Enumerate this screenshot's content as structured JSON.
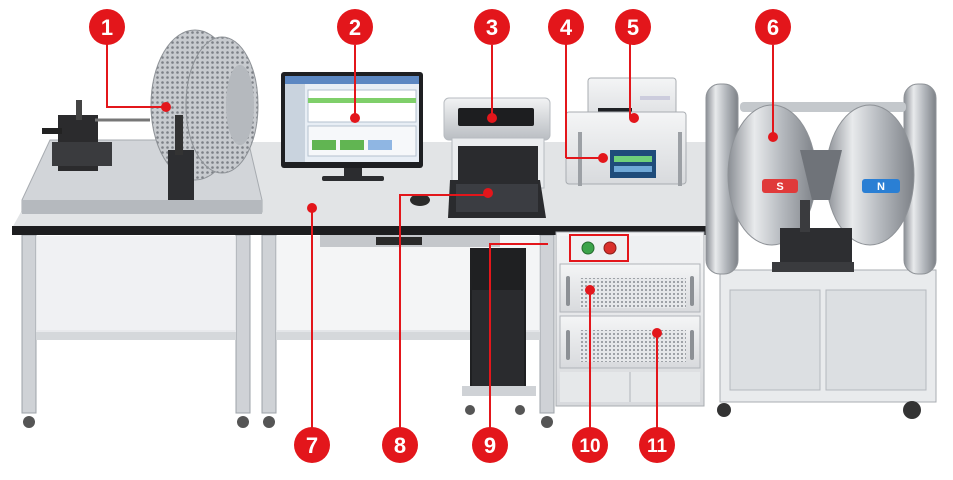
{
  "callouts": [
    "1",
    "2",
    "3",
    "4",
    "5",
    "6",
    "7",
    "8",
    "9",
    "10",
    "11"
  ],
  "magnet_labels": {
    "south": "S",
    "north": "N"
  },
  "colors": {
    "callout": "#e3161b",
    "leader": "#e3161b",
    "south_plate": "#e03a3a",
    "north_plate": "#2a7fd4",
    "table_top": "#dcdee0",
    "frame": "#c9ccd0"
  }
}
